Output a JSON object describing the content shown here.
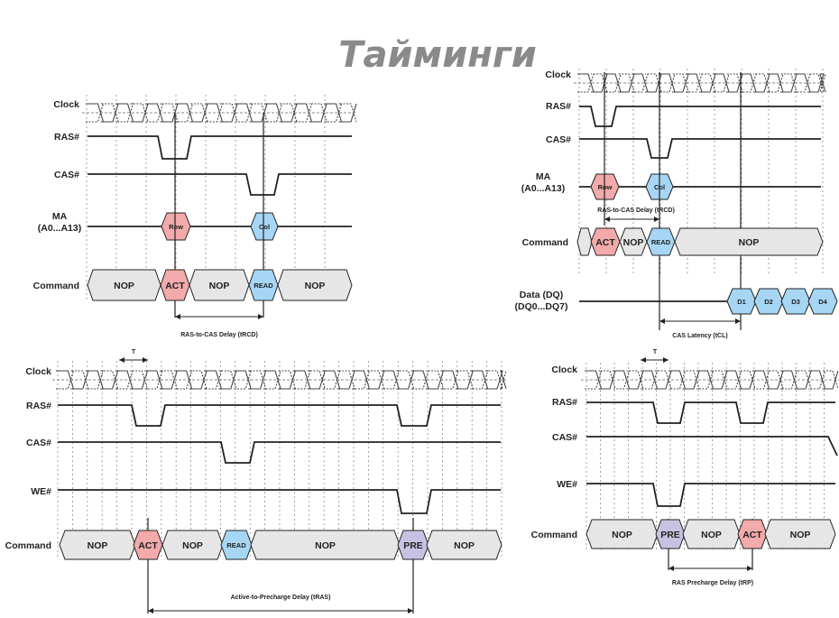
{
  "title": "Тайминги",
  "colors": {
    "nop": "#e6e6e6",
    "act": "#f2aaaa",
    "read": "#a6d6f4",
    "pre": "#c8c2e2",
    "line": "#222222",
    "grid": "#8c8c8c"
  },
  "diagrams": [
    {
      "id": "trcd",
      "signals": {
        "clock": "Clock",
        "ras": "RAS#",
        "cas": "CAS#",
        "ma": "MA",
        "ma_range": "(A0...A13)",
        "command": "Command"
      },
      "address_bus": [
        "Row",
        "Col"
      ],
      "commands": [
        "NOP",
        "ACT",
        "NOP",
        "READ",
        "NOP"
      ],
      "interval_label": "RAS-to-CAS Delay (tRCD)"
    },
    {
      "id": "tcl",
      "signals": {
        "clock": "Clock",
        "ras": "RAS#",
        "cas": "CAS#",
        "ma": "MA",
        "ma_range": "(A0...A13)",
        "command": "Command",
        "data": "Data (DQ)",
        "data_range": "(DQ0...DQ7)"
      },
      "address_bus": [
        "Row",
        "Col"
      ],
      "commands": [
        "ACT",
        "NOP",
        "READ",
        "NOP"
      ],
      "data_bus": [
        "D1",
        "D2",
        "D3",
        "D4"
      ],
      "interval_labels": [
        "RAS-to-CAS Delay (tRCD)",
        "CAS Latency (tCL)"
      ]
    },
    {
      "id": "tras",
      "signals": {
        "clock": "Clock",
        "ras": "RAS#",
        "cas": "CAS#",
        "we": "WE#",
        "command": "Command"
      },
      "period_label": "T",
      "commands": [
        "NOP",
        "ACT",
        "NOP",
        "READ",
        "NOP",
        "PRE",
        "NOP"
      ],
      "interval_label": "Active-to-Precharge Delay (tRAS)"
    },
    {
      "id": "trp",
      "signals": {
        "clock": "Clock",
        "ras": "RAS#",
        "cas": "CAS#",
        "we": "WE#",
        "command": "Command"
      },
      "period_label": "T",
      "commands": [
        "NOP",
        "PRE",
        "NOP",
        "ACT",
        "NOP"
      ],
      "interval_label": "RAS Precharge Delay (tRP)"
    }
  ]
}
